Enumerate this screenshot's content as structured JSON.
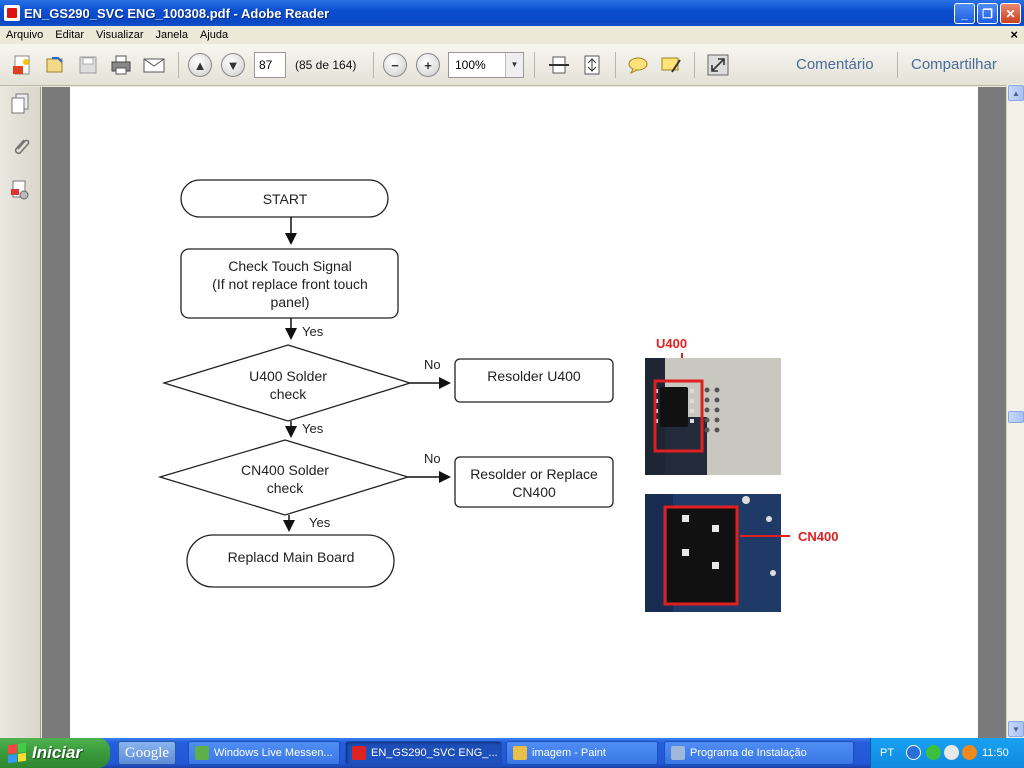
{
  "window": {
    "title": "EN_GS290_SVC ENG_100308.pdf - Adobe Reader",
    "controls": {
      "minimize": "_",
      "maximize": "❐",
      "close": "✕"
    }
  },
  "menubar": {
    "items": [
      "Arquivo",
      "Editar",
      "Visualizar",
      "Janela",
      "Ajuda"
    ],
    "close": "×"
  },
  "toolbar": {
    "page_value": "87",
    "page_count": "(85 de 164)",
    "zoom_value": "100%",
    "comment_label": "Comentário",
    "share_label": "Compartilhar"
  },
  "flowchart": {
    "start": "START",
    "check_touch": [
      "Check Touch Signal",
      "(If not replace front touch",
      "panel)"
    ],
    "u400_check": [
      "U400 Solder",
      "check"
    ],
    "cn400_check": [
      "CN400 Solder",
      "check"
    ],
    "resolder_u400": "Resolder U400",
    "resolder_cn400": [
      "Resolder or Replace",
      "CN400"
    ],
    "replace_board": "Replacd Main Board",
    "yes": "Yes",
    "no": "No",
    "photo_u400_label": "U400",
    "photo_cn400_label": "CN400"
  },
  "taskbar": {
    "start_label": "Iniciar",
    "google_label": "Google",
    "tasks": [
      {
        "label": "Windows Live Messen..."
      },
      {
        "label": "EN_GS290_SVC ENG_..."
      },
      {
        "label": "imagem - Paint"
      },
      {
        "label": "Programa de Instalação"
      }
    ],
    "language": "PT",
    "clock": "11:50"
  },
  "colors": {
    "titlebar_blue": "#0b4fd0",
    "highlight_red": "#e02020",
    "start_green": "#3a9a3a"
  }
}
